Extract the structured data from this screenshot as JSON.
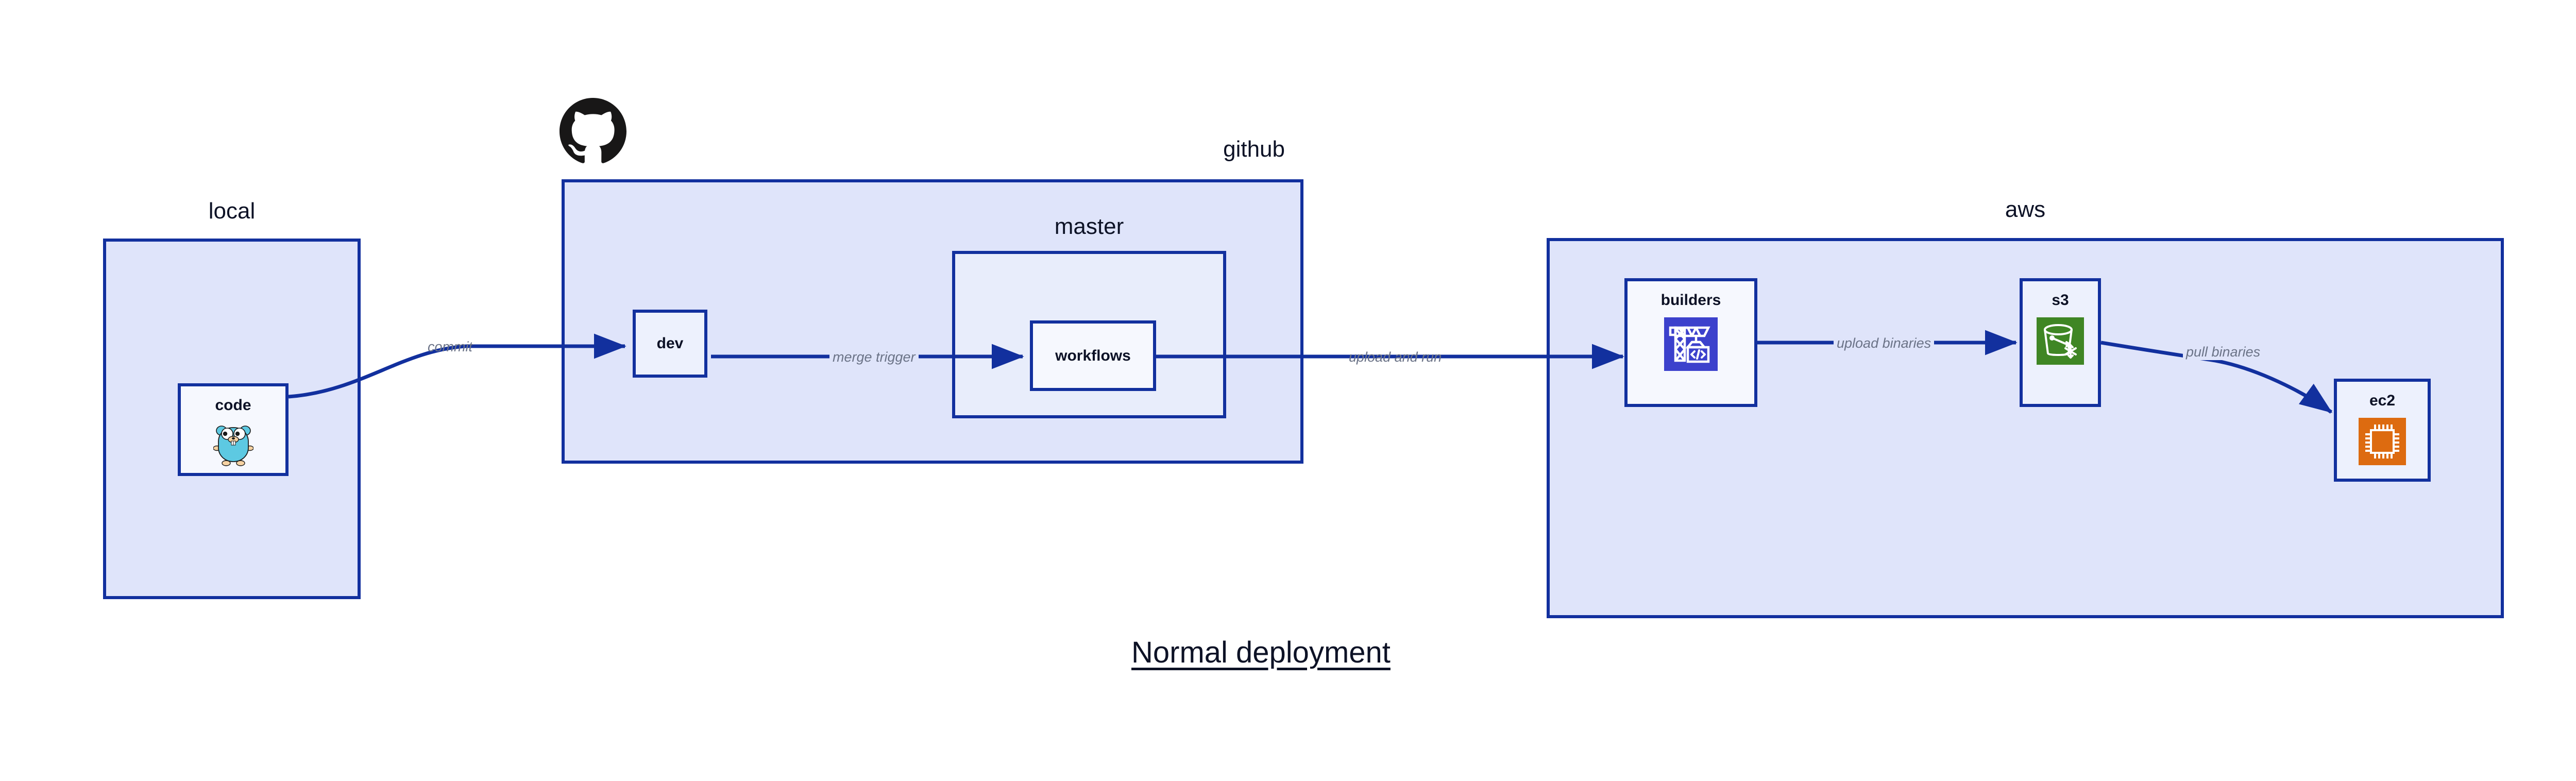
{
  "caption": "Normal deployment",
  "theme": {
    "page_background": "#ffffff",
    "group_fill": "#dfe4fa",
    "subgroup_fill": "#e8edfb",
    "node_fill": "#edf1fd",
    "node_fill_light": "#f6f8fe",
    "border": "#12309e",
    "edge": "#12309e",
    "label_text": "#0d1226",
    "edge_label_text": "#6b7387",
    "go_gopher_body": "#5dc9e2",
    "go_gopher_snout": "#f6d2a2",
    "codebuild_icon": "#3c41cc",
    "s3_glacier_icon": "#3f8624",
    "ec2_icon": "#dd6b10",
    "octocat": "#181717"
  },
  "groups": [
    {
      "id": "local",
      "label": "local",
      "label_align": "center"
    },
    {
      "id": "github",
      "label": "github",
      "label_align": "right"
    },
    {
      "id": "master",
      "label": "master",
      "label_align": "center"
    },
    {
      "id": "aws",
      "label": "aws",
      "label_align": "center"
    }
  ],
  "nodes": [
    {
      "id": "code",
      "label": "code",
      "icon": "go-gopher-icon",
      "group": "local"
    },
    {
      "id": "dev",
      "label": "dev",
      "icon": null,
      "group": "github"
    },
    {
      "id": "workflows",
      "label": "workflows",
      "icon": null,
      "group": "master"
    },
    {
      "id": "builders",
      "label": "builders",
      "icon": "aws-codebuild-icon",
      "group": "aws"
    },
    {
      "id": "s3",
      "label": "s3",
      "icon": "aws-s3-glacier-icon",
      "group": "aws"
    },
    {
      "id": "ec2",
      "label": "ec2",
      "icon": "aws-ec2-icon",
      "group": "aws"
    }
  ],
  "edges": [
    {
      "id": "commit",
      "from": "code",
      "to": "dev",
      "label": "commit"
    },
    {
      "id": "merge-trigger",
      "from": "dev",
      "to": "workflows",
      "label": "merge trigger"
    },
    {
      "id": "upload-run",
      "from": "workflows",
      "to": "builders",
      "label": "upload and run"
    },
    {
      "id": "upload-bin",
      "from": "builders",
      "to": "s3",
      "label": "upload binaries"
    },
    {
      "id": "pull-bin",
      "from": "s3",
      "to": "ec2",
      "label": "pull binaries"
    }
  ],
  "logos": [
    {
      "id": "octocat",
      "name": "github-octocat-logo",
      "attached_to": "github"
    }
  ]
}
